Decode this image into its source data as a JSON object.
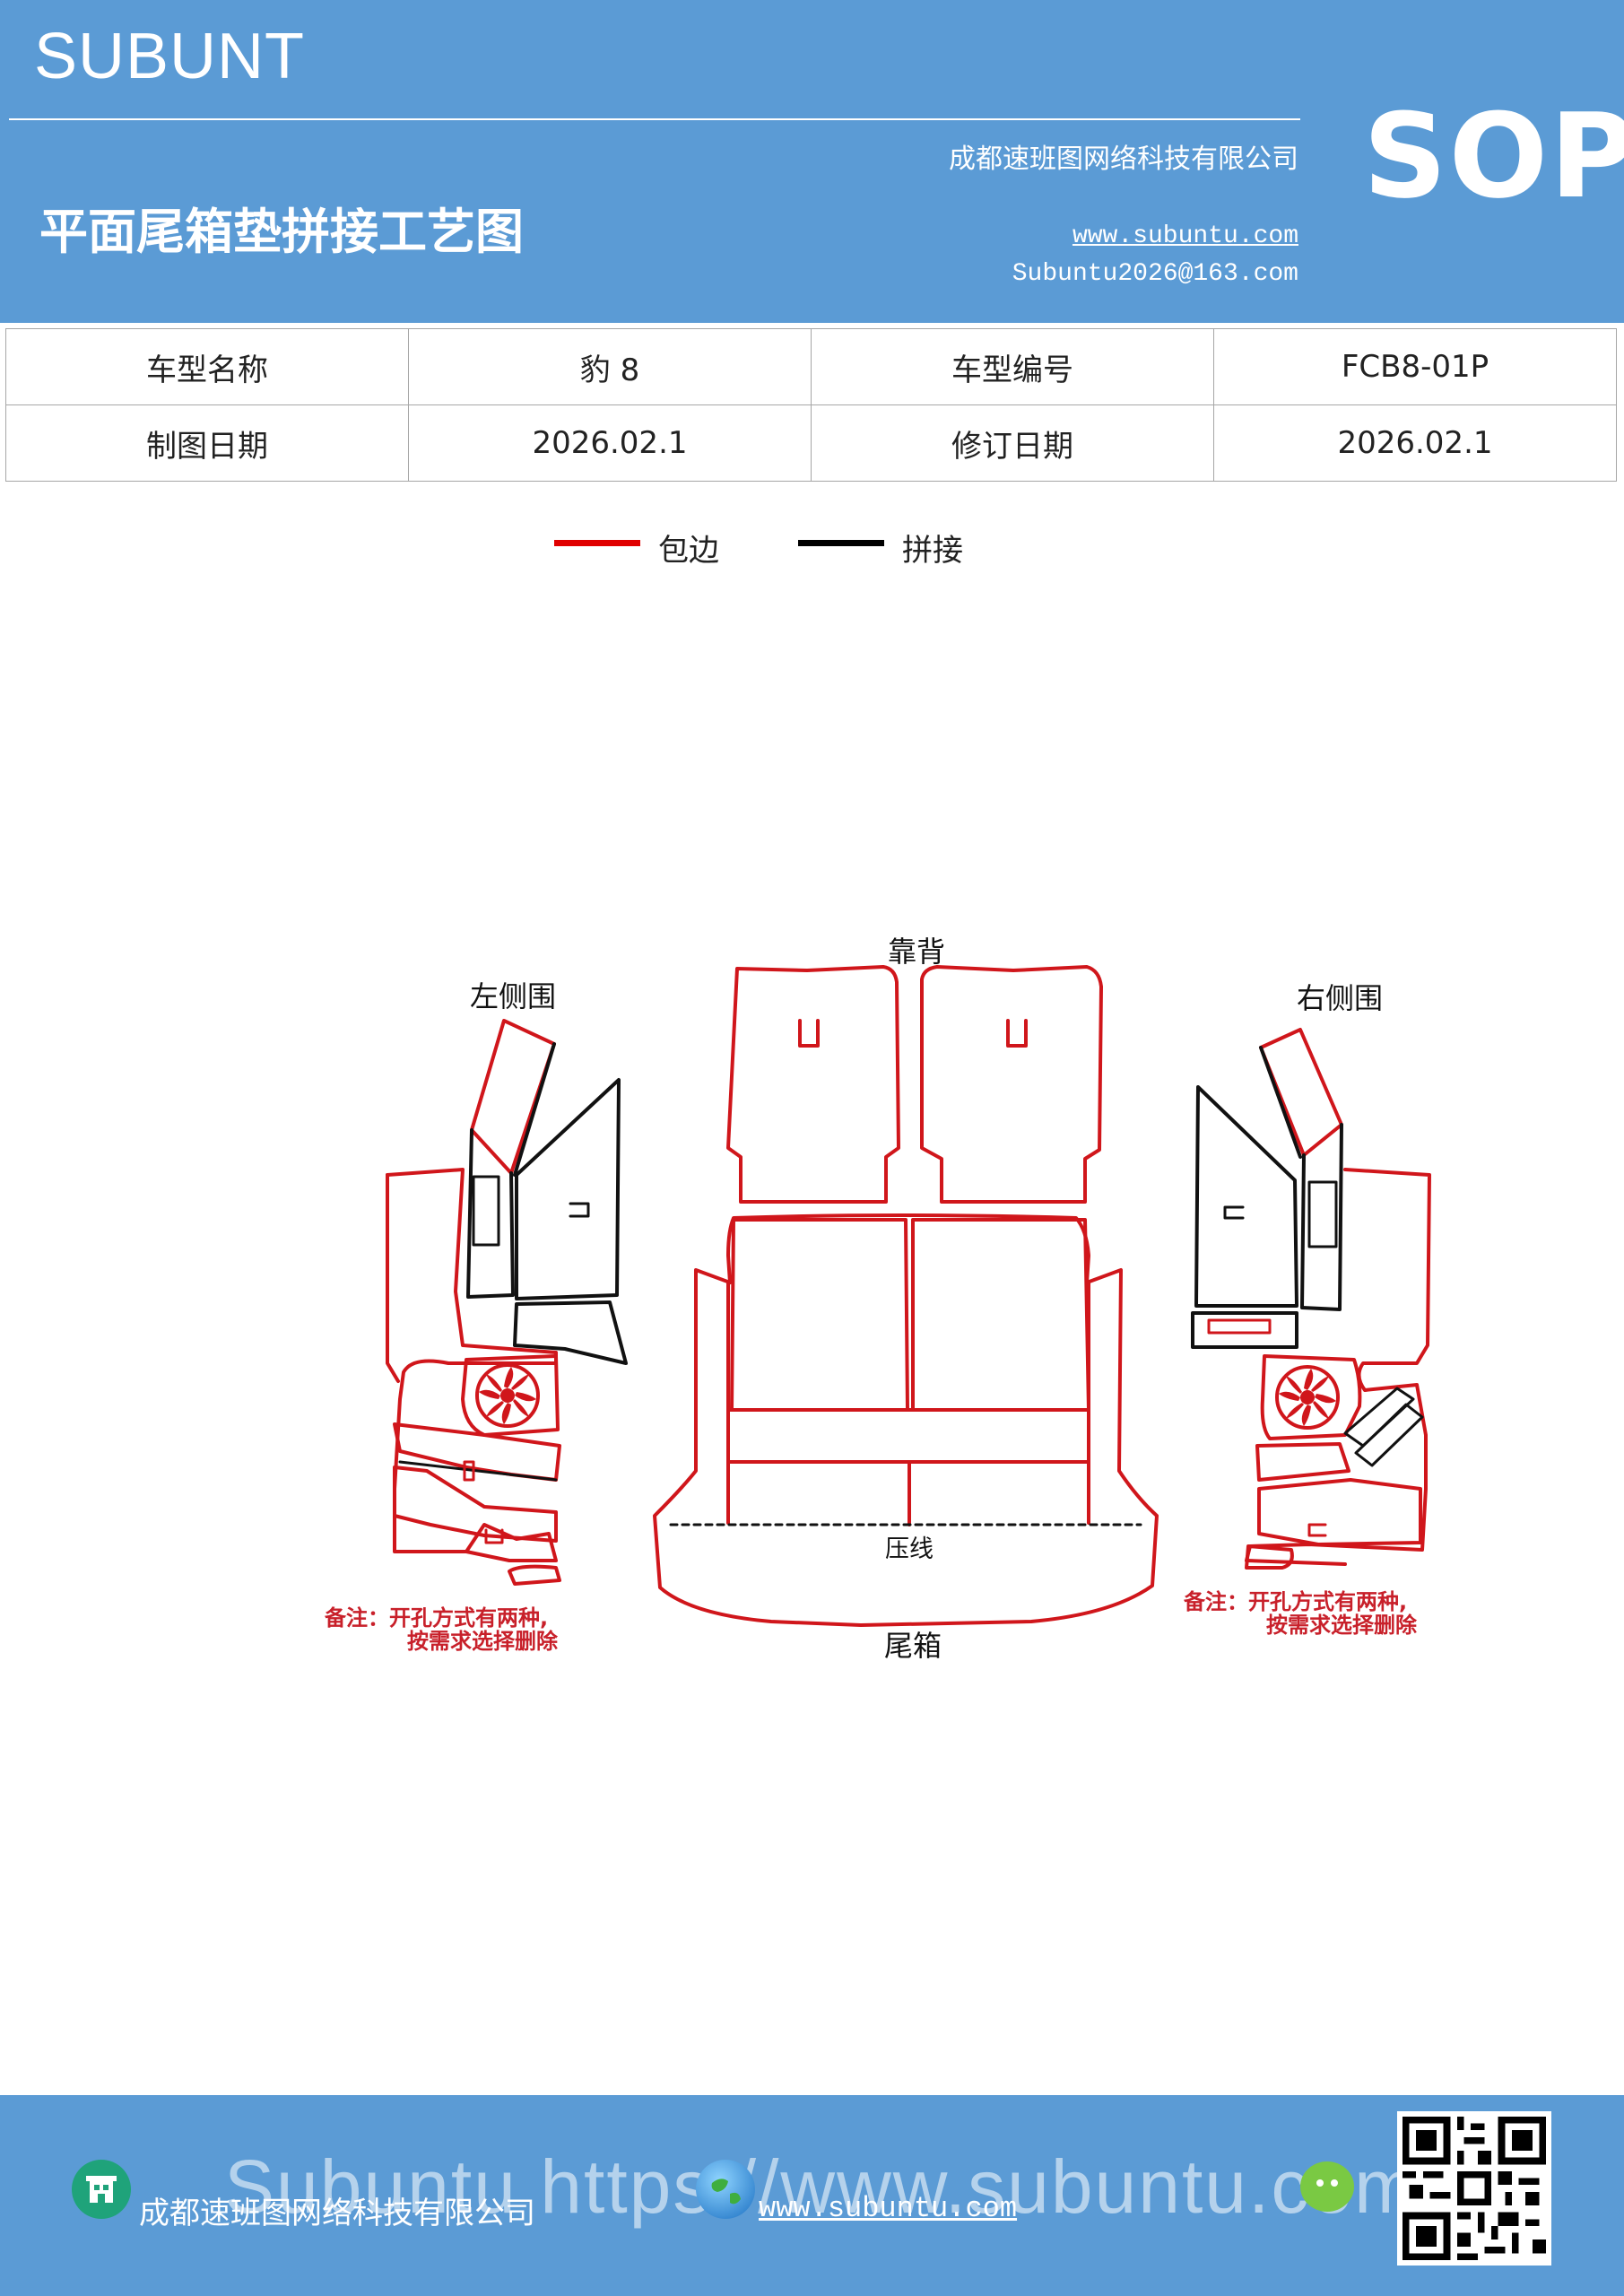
{
  "header": {
    "brand": "SUBUNT",
    "badge": "SOP",
    "company": "成都速班图网络科技有限公司",
    "title": "平面尾箱垫拼接工艺图",
    "website": "www.subuntu.com",
    "email": "Subuntu2026@163.com",
    "bg_color": "#5b9bd5"
  },
  "info_table": {
    "rows": [
      [
        "车型名称",
        "豹 8",
        "车型编号",
        "FCB8-01P"
      ],
      [
        "制图日期",
        "2026.02.1",
        "修订日期",
        "2026.02.1"
      ]
    ]
  },
  "legend": {
    "items": [
      {
        "label": "包边",
        "color": "#e00000"
      },
      {
        "label": "拼接",
        "color": "#000000"
      }
    ]
  },
  "diagram": {
    "labels": {
      "backrest": "靠背",
      "left_side": "左侧围",
      "right_side": "右侧围",
      "trunk": "尾箱",
      "press_line": "压线"
    },
    "notes": {
      "left_line1": "备注：开孔方式有两种,",
      "left_line2": "按需求选择删除",
      "right_line1": "备注：开孔方式有两种,",
      "right_line2": "按需求选择删除"
    },
    "edge_color": "#d0161b",
    "seam_color": "#111111"
  },
  "footer": {
    "company": "成都速班图网络科技有限公司",
    "website": "www.subuntu.com",
    "watermark": "Subuntu https://www.subuntu.com",
    "bg_color": "#5b9bd5"
  },
  "icons": [
    "building-icon",
    "globe-icon",
    "wechat-icon",
    "qr-code-icon"
  ]
}
